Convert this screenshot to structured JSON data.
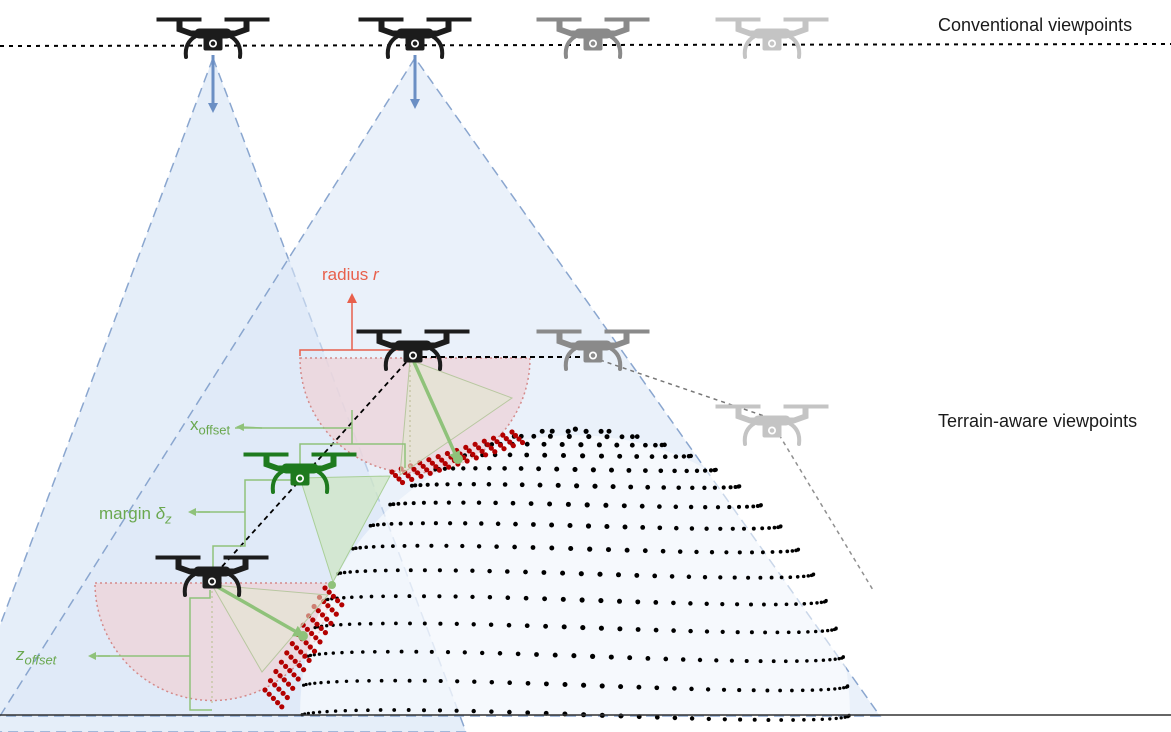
{
  "labels": {
    "conventional": "Conventional viewpoints",
    "terrain_aware": "Terrain-aware viewpoints",
    "radius_text": "radius ",
    "radius_symbol": "r",
    "x_offset_main": "x",
    "x_offset_sub": "offset",
    "margin_text": "margin ",
    "margin_symbol": "δ",
    "margin_sub": "z",
    "z_offset_main": "z",
    "z_offset_sub": "offset"
  },
  "colors": {
    "drone_black": "#1c1c1c",
    "drone_grey": "#8a8a8a",
    "drone_light": "#c4c4c4",
    "drone_green": "#1e7a1e",
    "cone_fill": "#dce8f7",
    "cone_edge": "#8aa6cf",
    "arrow_blue": "#6b8fc4",
    "sector_fill": "#ecd6dc",
    "sector_edge": "#d48a8a",
    "red_points": "#b30000",
    "green_guides": "#8fc27a",
    "label_red": "#e8604c",
    "label_green": "#6aa84f"
  },
  "icons": {
    "drone": "quadcopter-drone-icon"
  }
}
